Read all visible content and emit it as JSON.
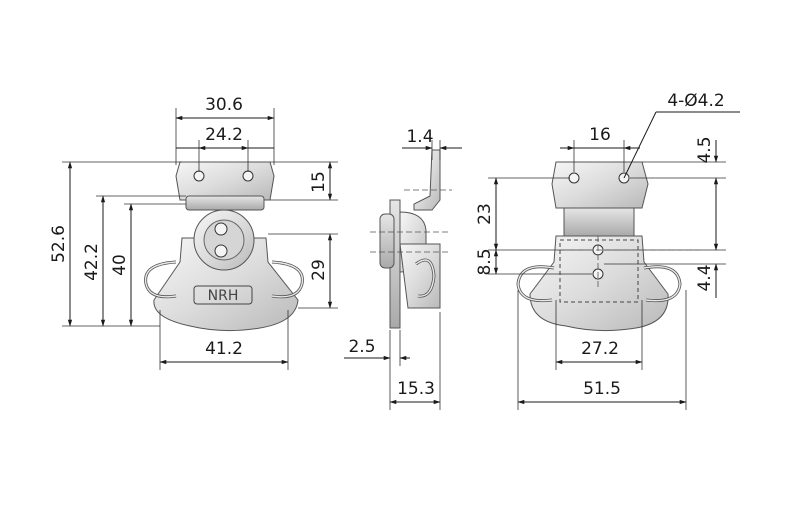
{
  "brand_stamp": "NRH",
  "dimensions": {
    "front": {
      "width_top_outer": "30.6",
      "width_top_holes": "24.2",
      "height_total": "52.6",
      "height_mid": "42.2",
      "height_body": "40",
      "height_top_plate": "15",
      "height_lower": "29",
      "width_base": "41.2"
    },
    "side": {
      "thickness_top": "1.4",
      "thickness_bottom": "2.5",
      "depth": "15.3"
    },
    "rear": {
      "hole_spec": "4-Ø4.2",
      "hole_spacing_top": "16",
      "top_offset": "4.5",
      "hole_spacing_vertical": "23",
      "offset_mid": "8.5",
      "offset_lower": "4.4",
      "hole_spacing_bottom": "27.2",
      "width_total": "51.5"
    }
  }
}
